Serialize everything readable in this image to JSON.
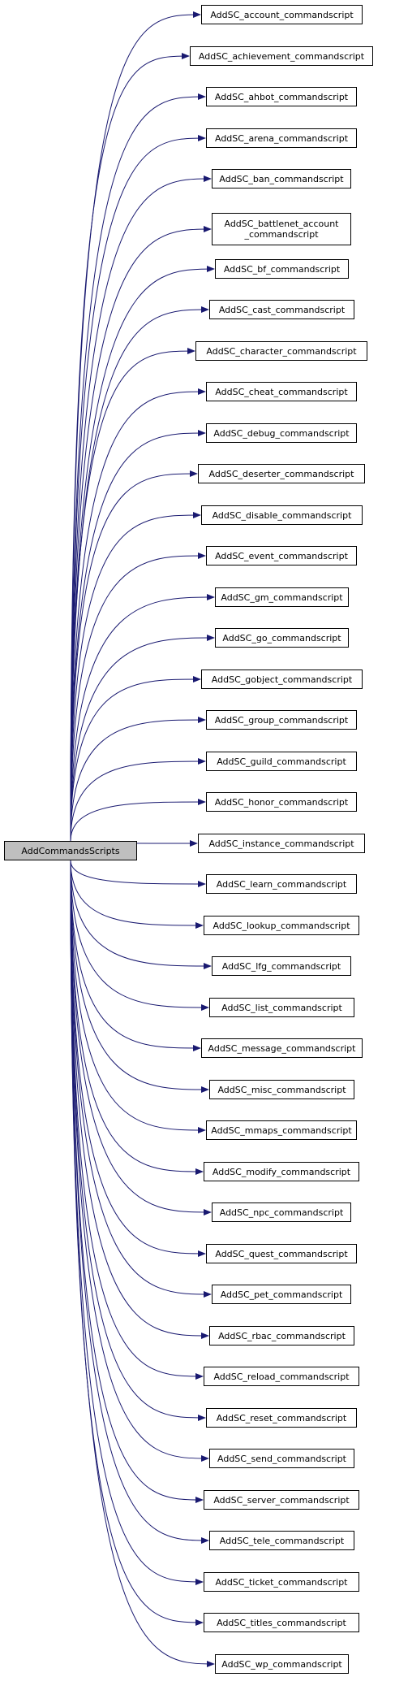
{
  "root": "AddCommandsScripts",
  "targets": [
    "AddSC_account_commandscript",
    "AddSC_achievement_commandscript",
    "AddSC_ahbot_commandscript",
    "AddSC_arena_commandscript",
    "AddSC_ban_commandscript",
    "AddSC_battlenet_account\n_commandscript",
    "AddSC_bf_commandscript",
    "AddSC_cast_commandscript",
    "AddSC_character_commandscript",
    "AddSC_cheat_commandscript",
    "AddSC_debug_commandscript",
    "AddSC_deserter_commandscript",
    "AddSC_disable_commandscript",
    "AddSC_event_commandscript",
    "AddSC_gm_commandscript",
    "AddSC_go_commandscript",
    "AddSC_gobject_commandscript",
    "AddSC_group_commandscript",
    "AddSC_guild_commandscript",
    "AddSC_honor_commandscript",
    "AddSC_instance_commandscript",
    "AddSC_learn_commandscript",
    "AddSC_lookup_commandscript",
    "AddSC_lfg_commandscript",
    "AddSC_list_commandscript",
    "AddSC_message_commandscript",
    "AddSC_misc_commandscript",
    "AddSC_mmaps_commandscript",
    "AddSC_modify_commandscript",
    "AddSC_npc_commandscript",
    "AddSC_quest_commandscript",
    "AddSC_pet_commandscript",
    "AddSC_rbac_commandscript",
    "AddSC_reload_commandscript",
    "AddSC_reset_commandscript",
    "AddSC_send_commandscript",
    "AddSC_server_commandscript",
    "AddSC_tele_commandscript",
    "AddSC_ticket_commandscript",
    "AddSC_titles_commandscript",
    "AddSC_wp_commandscript"
  ],
  "colors": {
    "edge": "#191970",
    "root_fill": "#bfbfbf",
    "node_border": "#000000"
  }
}
